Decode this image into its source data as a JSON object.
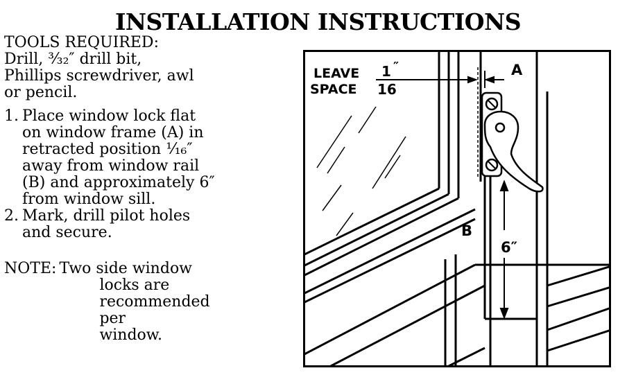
{
  "title": "INSTALLATION INSTRUCTIONS",
  "tools": {
    "heading": "TOOLS REQUIRED:",
    "lines": [
      "Drill, ³⁄₃₂″ drill bit,",
      "Phillips screwdriver, awl",
      "or pencil."
    ]
  },
  "steps": [
    {
      "number": "1.",
      "lines": [
        "Place window lock flat",
        "on window frame (A) in",
        "retracted position ¹⁄₁₆″",
        "away from window rail",
        "(B) and approximately 6″",
        "from window sill."
      ]
    },
    {
      "number": "2.",
      "lines": [
        "Mark, drill pilot holes",
        "and secure."
      ]
    }
  ],
  "note": {
    "label": "NOTE:",
    "lines": [
      "Two side window",
      "locks are",
      "recommended per",
      "window."
    ]
  },
  "diagram": {
    "leave_label": "LEAVE",
    "space_label": "SPACE",
    "fraction_numerator": "1",
    "fraction_inch_mark": "″",
    "fraction_denominator": "16",
    "label_a": "A",
    "label_b": "B",
    "label_6": "6″"
  }
}
